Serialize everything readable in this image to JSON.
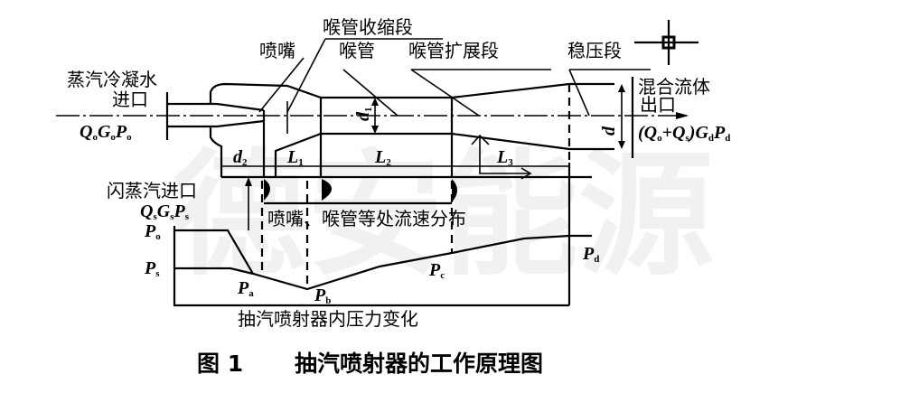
{
  "watermark": "德安能源",
  "labels": {
    "throat_converging": "喉管收缩段",
    "nozzle": "喷嘴",
    "throat": "喉管",
    "throat_expanding": "喉管扩展段",
    "stabilizing": "稳压段",
    "steam_inlet_1": "蒸汽冷凝水",
    "steam_inlet_2": "进口",
    "mixed_outlet_1": "混合流体",
    "mixed_outlet_2": "出口",
    "flash_inlet": "闪蒸汽进口",
    "velocity_dist": "喷嘴、喉管等处流速分布",
    "pressure_change": "抽汽喷射器内压力变化"
  },
  "symbols": {
    "Q": "Q",
    "G": "G",
    "P": "P",
    "o": "o",
    "s": "s",
    "d": "d",
    "a": "a",
    "b": "b",
    "c": "c",
    "L": "L",
    "one": "1",
    "two": "2",
    "three": "3",
    "lp": "(",
    "plus": "+",
    "rp": ")"
  },
  "caption": {
    "figure_no": "图 1",
    "title": "抽汽喷射器的工作原理图"
  }
}
